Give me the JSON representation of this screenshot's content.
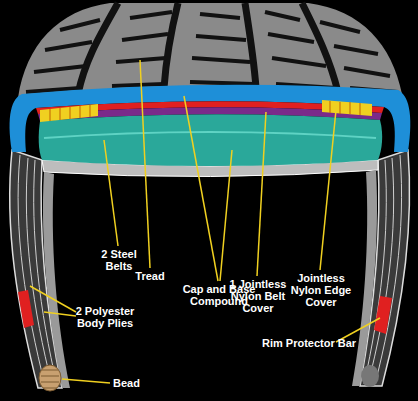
{
  "diagram": {
    "labels": [
      "2 Steel Belts",
      "Tread",
      "Cap and Base Compound",
      "1 Jointless Nylon Belt Cover",
      "Jointless Nylon Edge Cover",
      "2 Polyester Body Plies",
      "Bead",
      "Rim Protector Bar"
    ]
  }
}
